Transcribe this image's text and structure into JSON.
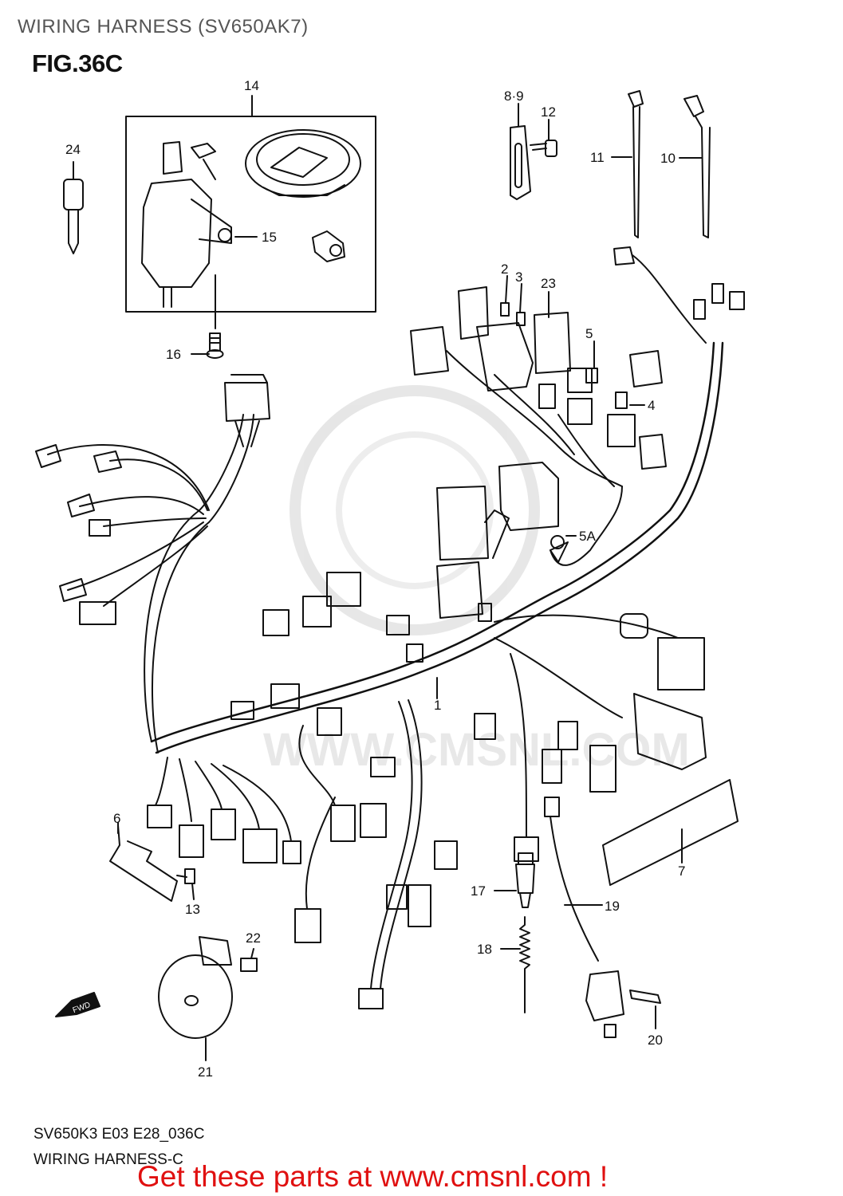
{
  "header": {
    "title": "WIRING HARNESS (SV650AK7)",
    "figure": "FIG.36C"
  },
  "footer": {
    "code": "SV650K3 E03 E28_036C",
    "caption": "WIRING HARNESS-C",
    "promo": "Get these parts at www.cmsnl.com !"
  },
  "watermark": {
    "text": "WWW.CMSNL.COM"
  },
  "fwd_badge": "FWD",
  "callouts": {
    "c1": "1",
    "c2": "2",
    "c3": "3",
    "c4": "4",
    "c5": "5",
    "c5a": "5A",
    "c6": "6",
    "c7": "7",
    "c8_9": "8·9",
    "c10": "10",
    "c11": "11",
    "c12": "12",
    "c13": "13",
    "c14": "14",
    "c15": "15",
    "c16": "16",
    "c17": "17",
    "c18": "18",
    "c19": "19",
    "c20": "20",
    "c21": "21",
    "c22": "22",
    "c23": "23",
    "c24": "24"
  }
}
